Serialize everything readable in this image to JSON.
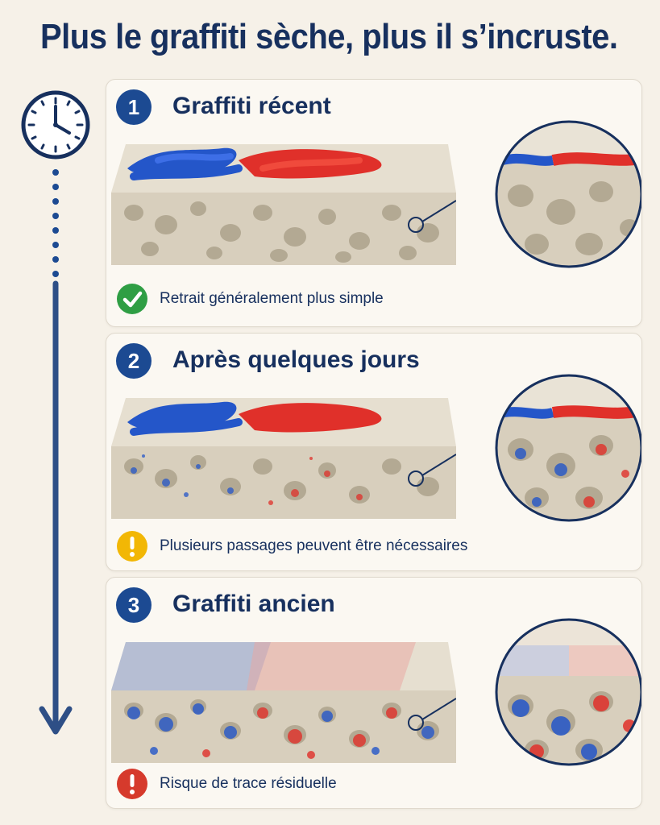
{
  "title": "Plus le graffiti sèche, plus il s’incruste.",
  "stages": [
    {
      "number": "1",
      "title": "Graffiti récent",
      "status": "Retrait généralement plus simple",
      "status_type": "check-icon",
      "status_color": "#2f9e44"
    },
    {
      "number": "2",
      "title": "Après quelques jours",
      "status": "Plusieurs passages peuvent être nécessaires",
      "status_type": "warning-icon",
      "status_color": "#f2b705"
    },
    {
      "number": "3",
      "title": "Graffiti ancien",
      "status": "Risque de trace résiduelle",
      "status_type": "alert-icon",
      "status_color": "#d63a2c"
    }
  ],
  "colors": {
    "navy": "#17305e",
    "badge": "#1c4a92",
    "paint_blue": "#2456c9",
    "paint_red": "#e0302a",
    "stone": "#d8cfbd"
  }
}
